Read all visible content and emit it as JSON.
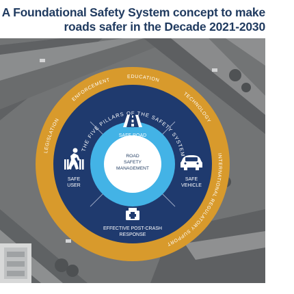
{
  "header": {
    "title_line_1": "A Foundational Safety System concept to make",
    "title_line_2": "roads safer in the Decade 2021-2030"
  },
  "outer_ring": {
    "labels": [
      "LEGISLATION",
      "ENFORCEMENT",
      "EDUCATION",
      "TECHNOLOGY",
      "INTERNATIONAL REGULATORY SUPPORT"
    ]
  },
  "middle_ring": {
    "label": "THE FIVE PILLARS OF THE SAFETY SYSTEM"
  },
  "pillars": {
    "safe_road": {
      "label": "SAFE ROAD",
      "icon": "road-icon"
    },
    "safe_vehicle": {
      "label_line_1": "SAFE",
      "label_line_2": "VEHICLE",
      "icon": "car-icon"
    },
    "safe_user": {
      "label_line_1": "SAFE",
      "label_line_2": "USER",
      "icon": "pedestrian-icon"
    },
    "post_crash": {
      "label_line_1": "EFFECTIVE POST-CRASH",
      "label_line_2": "RESPONSE",
      "icon": "ambulance-icon"
    }
  },
  "center": {
    "line_1": "ROAD",
    "line_2": "SAFETY",
    "line_3": "MANAGEMENT"
  },
  "colors": {
    "title": "#1f3a5f",
    "outer_ring": "#d89a2c",
    "navy": "#1f3a6e",
    "center_ring": "#43b3e6"
  }
}
